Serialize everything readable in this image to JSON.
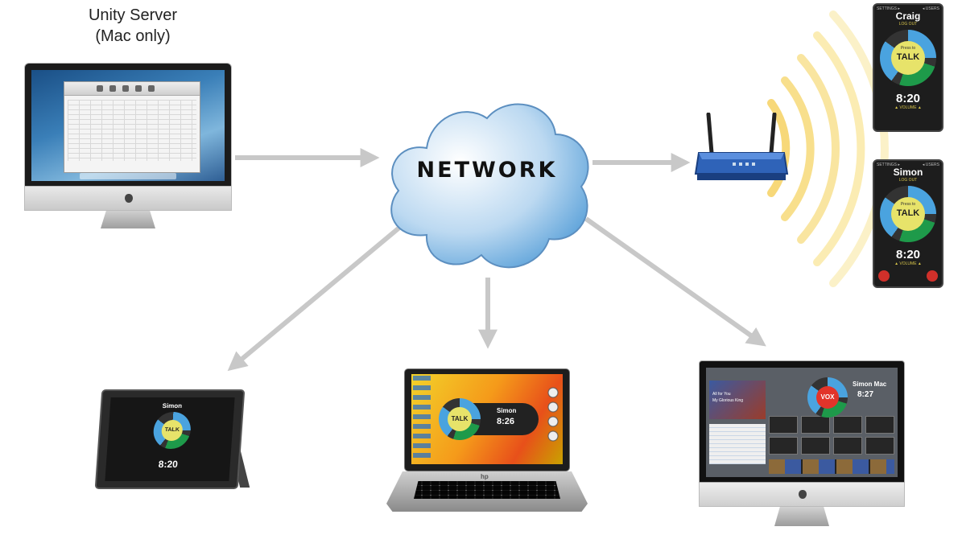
{
  "server": {
    "title_line1": "Unity Server",
    "title_line2": "(Mac only)"
  },
  "network": {
    "label": "NETWORK"
  },
  "phones": [
    {
      "settings": "SETTINGS ▸",
      "users": "◂ USERS",
      "name": "Craig",
      "logout": "LOG OUT",
      "talk": "TALK",
      "press": "Press to",
      "time": "8:20",
      "volume": "▲ VOLUME ▲"
    },
    {
      "settings": "SETTINGS ▸",
      "users": "◂ USERS",
      "name": "Simon",
      "logout": "LOG OUT",
      "talk": "TALK",
      "press": "Press to",
      "time": "8:20",
      "volume": "▲ VOLUME ▲"
    }
  ],
  "tablet": {
    "name": "Simon",
    "talk": "TALK",
    "time": "8:20"
  },
  "laptop": {
    "talk": "TALK",
    "name": "Simon",
    "time": "8:26",
    "logo": "hp"
  },
  "client_mac": {
    "vox": "VOX",
    "name": "Simon Mac",
    "time": "8:27",
    "video_line1": "All for You",
    "video_line2": "My Glorious King"
  },
  "colors": {
    "arrow": "#c8c8c8",
    "cloud_light": "#ffffff",
    "cloud_dark": "#4e9ad6",
    "wave": "#f6dc78",
    "router": "#2f63b8"
  }
}
